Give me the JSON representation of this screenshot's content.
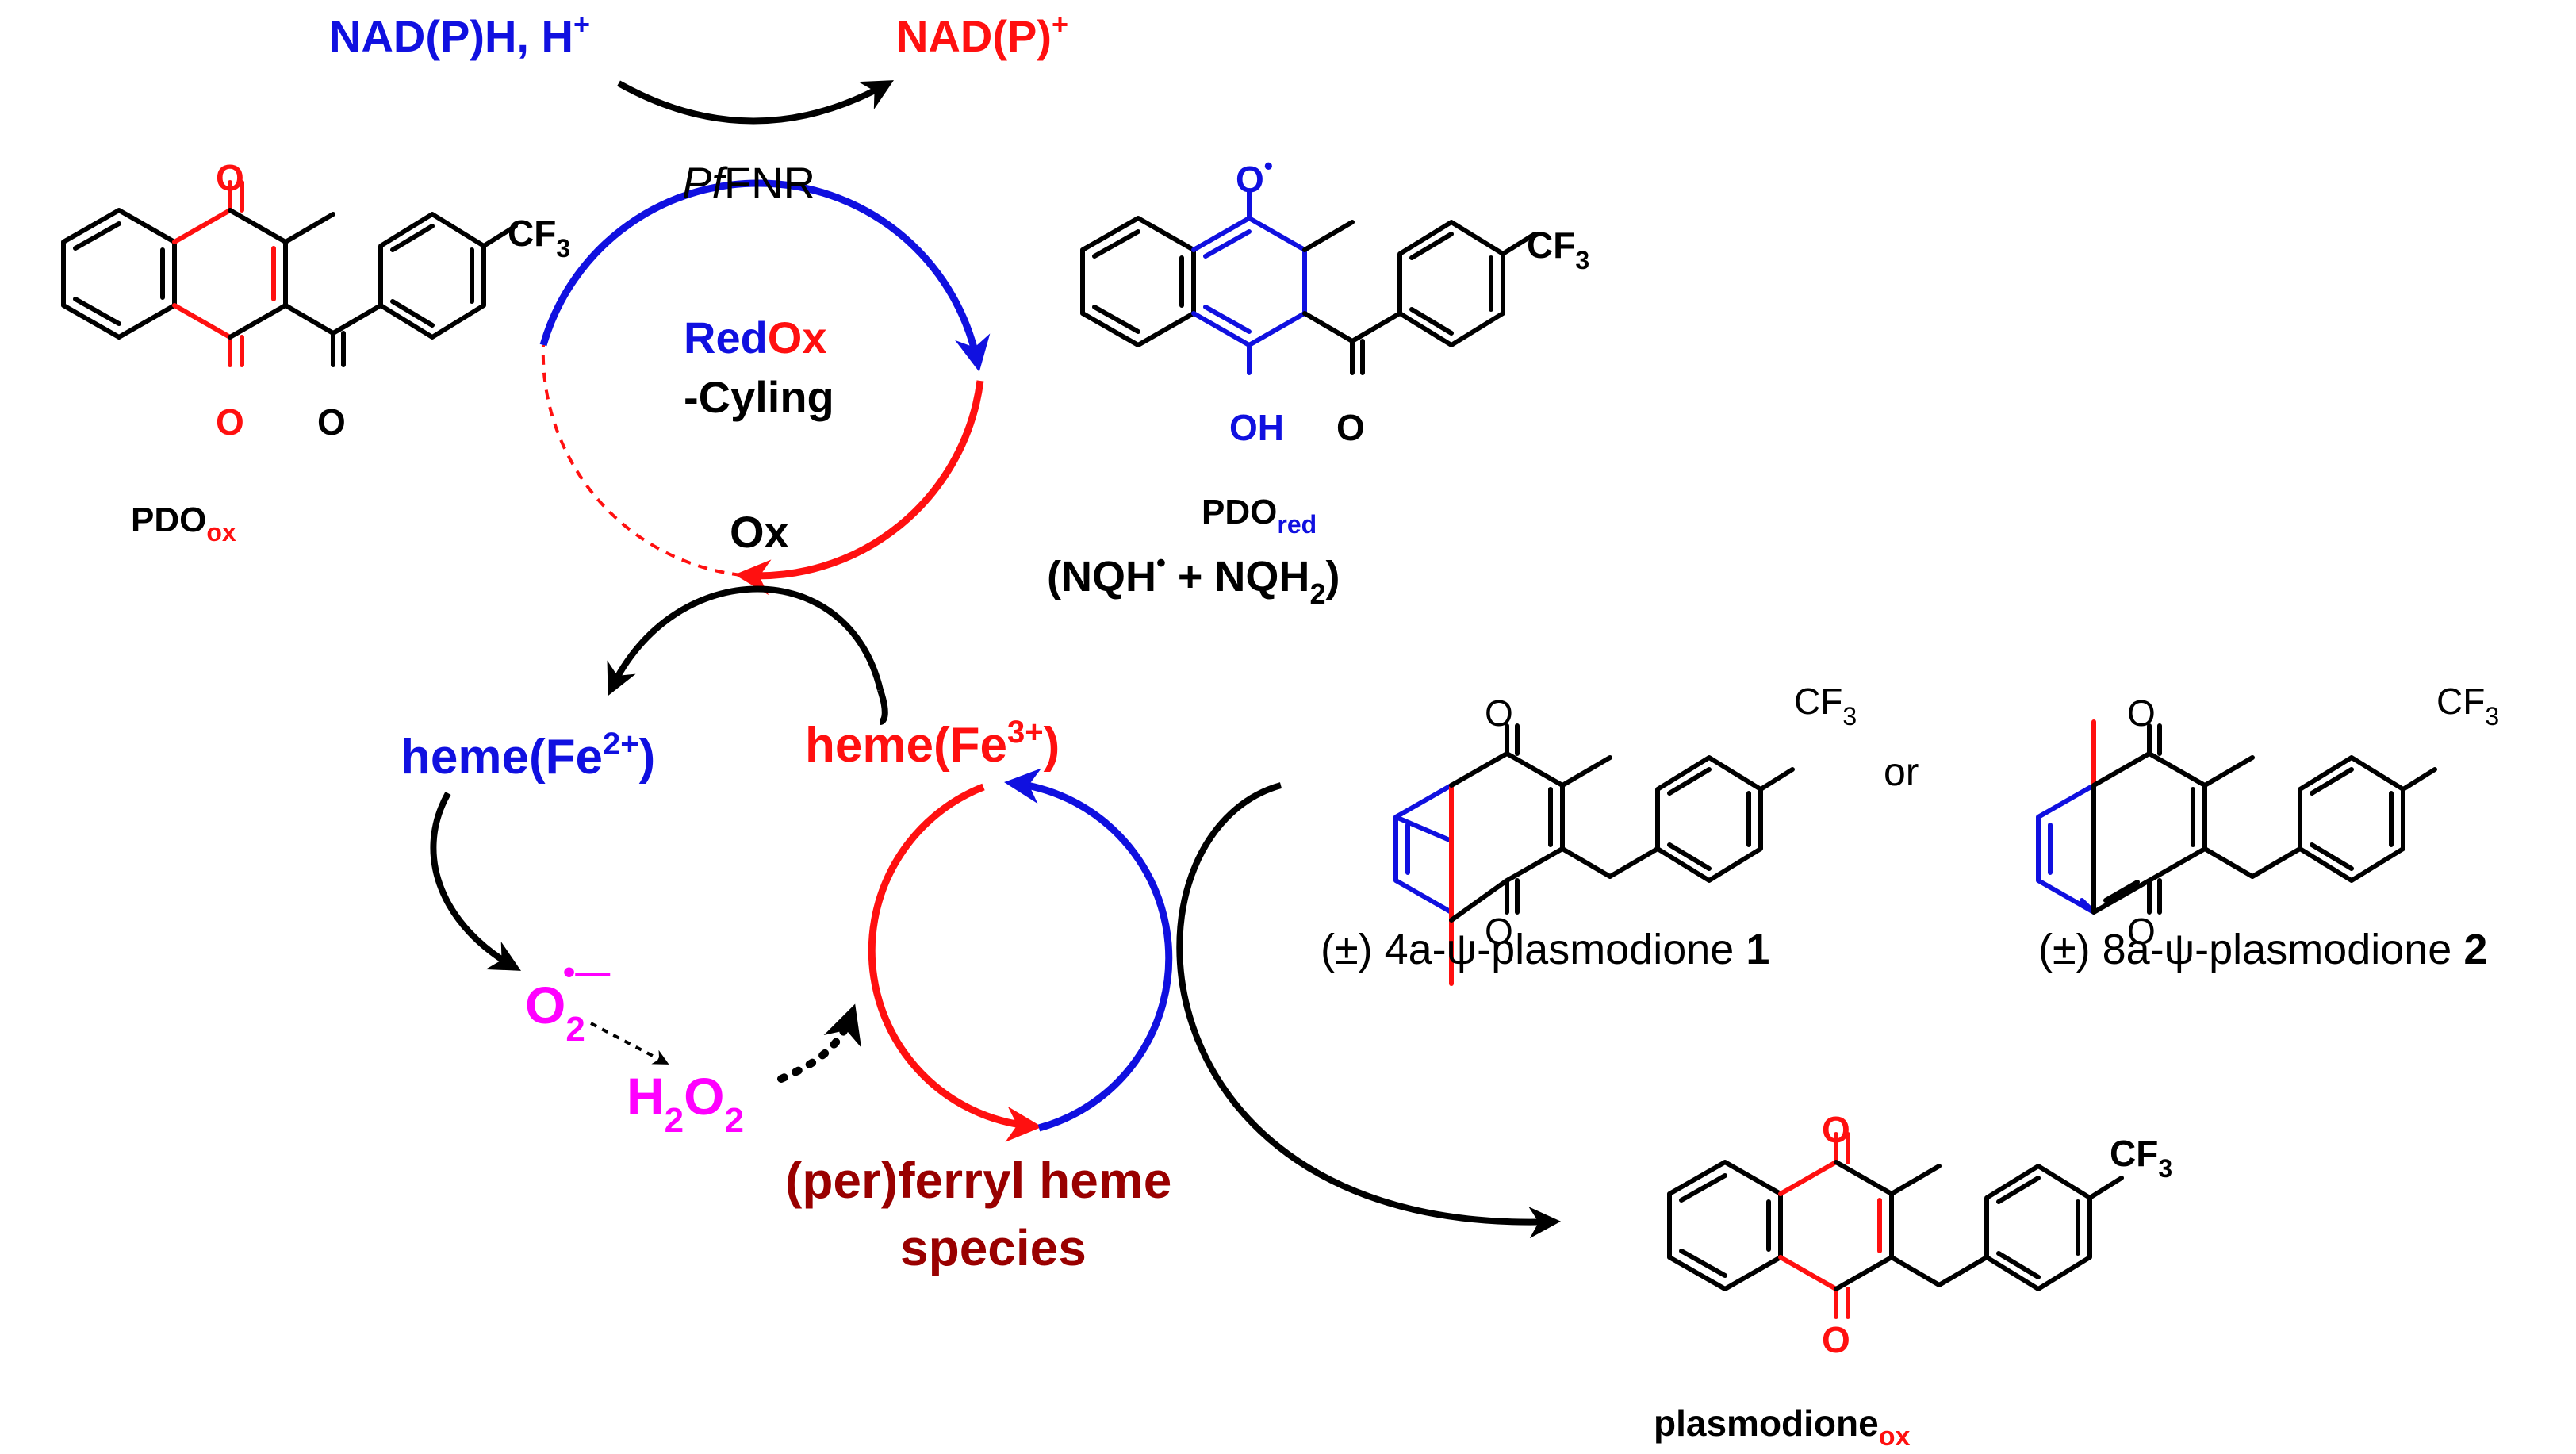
{
  "colors": {
    "blue": "#1010e0",
    "red": "#ff1010",
    "black": "#000000",
    "magenta": "#ff00ff",
    "darkred": "#990000"
  },
  "redox": {
    "cofactor_in": "NAD(P)H, H",
    "cofactor_in_sup": "+",
    "cofactor_out": "NAD(P)",
    "cofactor_out_sup": "+",
    "enzyme_italic": "Pf",
    "enzyme": "FNR",
    "cycle_red": "Red",
    "cycle_ox": "Ox",
    "cycle_suffix": "-Cyling",
    "ox_label": "Ox"
  },
  "heme": {
    "fe2_prefix": "heme(Fe",
    "fe2_sup": "2+",
    "fe2_suffix": ")",
    "fe3_prefix": "heme(Fe",
    "fe3_sup": "3+",
    "fe3_suffix": ")",
    "superoxide": "O",
    "superoxide_sub": "2",
    "superoxide_sup": "•—",
    "peroxide_h": "H",
    "peroxide_sub1": "2",
    "peroxide_o": "O",
    "peroxide_sub2": "2",
    "ferryl_line1": "(per)ferryl heme",
    "ferryl_line2": "species"
  },
  "molecules": {
    "pdo_ox": {
      "name": "PDO",
      "sub": "ox"
    },
    "pdo_red": {
      "name": "PDO",
      "sub": "red",
      "species_a": "(NQH",
      "species_a_sup": "•",
      "species_b": " + NQH",
      "species_b_sub": "2",
      "species_close": ")"
    },
    "psi1": {
      "prefix": "(±) 4a-ψ-plasmodione ",
      "number": "1"
    },
    "or_text": "or",
    "psi2": {
      "prefix": "(±) 8a-ψ-plasmodione ",
      "number": "2"
    },
    "plasmodione_ox": {
      "name": "plasmodione",
      "sub": "ox"
    }
  },
  "atoms": {
    "O": "O",
    "OH": "OH",
    "O_radical_dot": "•",
    "CF3": "CF",
    "CF3_sub": "3"
  }
}
